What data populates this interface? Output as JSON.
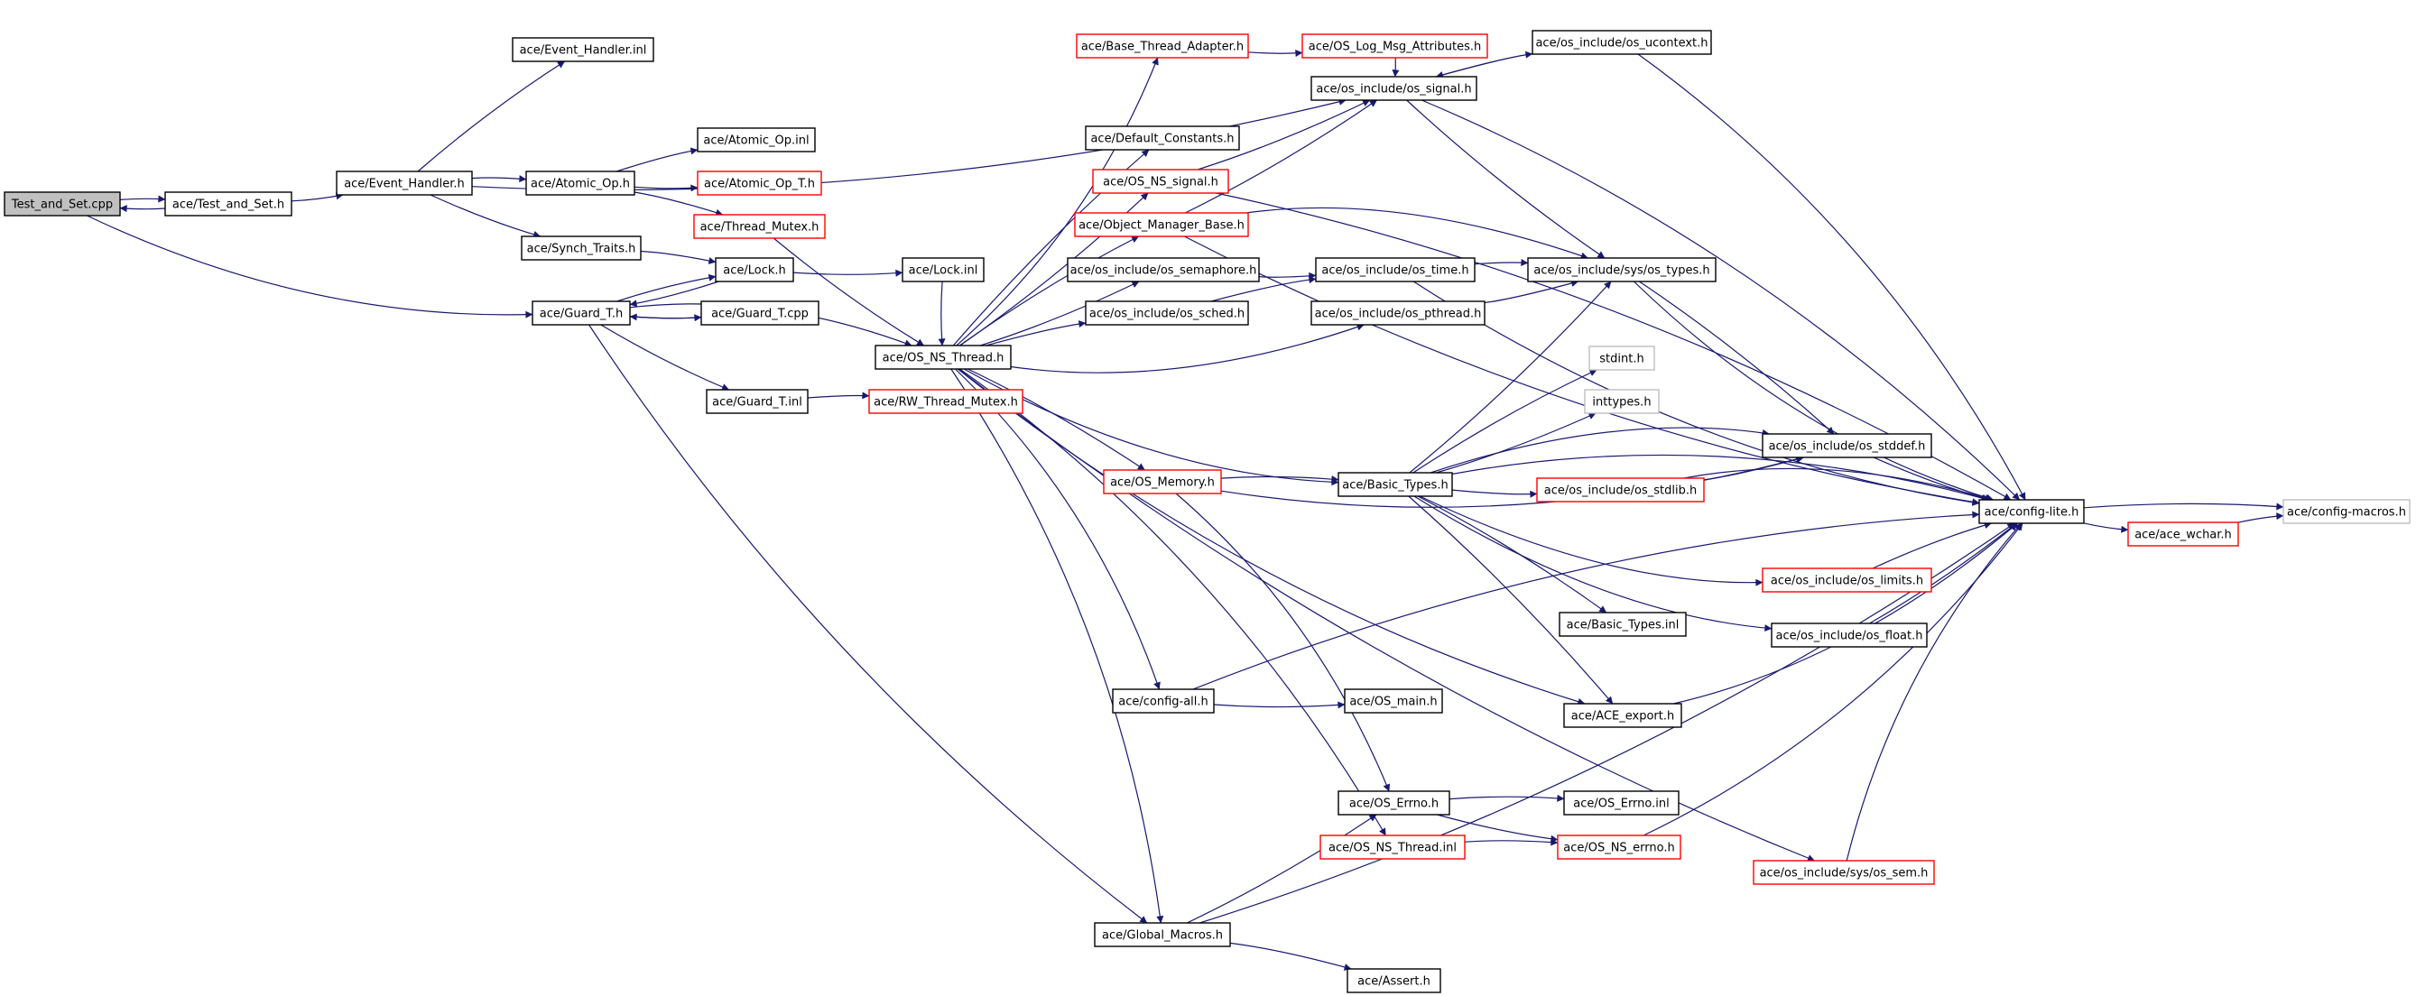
{
  "colors": {
    "edge": "#191970",
    "border_default": "#000000",
    "border_truncated": "#ff0000",
    "border_external": "#bfbfbf",
    "root_fill": "#c0c0c0",
    "node_fill": "#ffffff"
  },
  "nodes": [
    {
      "id": "root",
      "label": "Test_and_Set.cpp",
      "kind": "root"
    },
    {
      "id": "test_and_set_h",
      "label": "ace/Test_and_Set.h",
      "kind": "normal"
    },
    {
      "id": "event_handler_h",
      "label": "ace/Event_Handler.h",
      "kind": "normal"
    },
    {
      "id": "event_handler_inl",
      "label": "ace/Event_Handler.inl",
      "kind": "normal"
    },
    {
      "id": "atomic_op_h",
      "label": "ace/Atomic_Op.h",
      "kind": "normal"
    },
    {
      "id": "atomic_op_inl",
      "label": "ace/Atomic_Op.inl",
      "kind": "normal"
    },
    {
      "id": "atomic_op_t_h",
      "label": "ace/Atomic_Op_T.h",
      "kind": "truncated"
    },
    {
      "id": "thread_mutex_h",
      "label": "ace/Thread_Mutex.h",
      "kind": "truncated"
    },
    {
      "id": "synch_traits_h",
      "label": "ace/Synch_Traits.h",
      "kind": "normal"
    },
    {
      "id": "guard_t_h",
      "label": "ace/Guard_T.h",
      "kind": "normal"
    },
    {
      "id": "lock_h",
      "label": "ace/Lock.h",
      "kind": "normal"
    },
    {
      "id": "lock_inl",
      "label": "ace/Lock.inl",
      "kind": "normal"
    },
    {
      "id": "guard_t_cpp",
      "label": "ace/Guard_T.cpp",
      "kind": "normal"
    },
    {
      "id": "guard_t_inl",
      "label": "ace/Guard_T.inl",
      "kind": "normal"
    },
    {
      "id": "rw_thread_mutex_h",
      "label": "ace/RW_Thread_Mutex.h",
      "kind": "truncated"
    },
    {
      "id": "os_ns_thread_h",
      "label": "ace/OS_NS_Thread.h",
      "kind": "normal"
    },
    {
      "id": "base_thread_adapter_h",
      "label": "ace/Base_Thread_Adapter.h",
      "kind": "truncated"
    },
    {
      "id": "os_log_msg_attributes_h",
      "label": "ace/OS_Log_Msg_Attributes.h",
      "kind": "truncated"
    },
    {
      "id": "os_ucontext_h",
      "label": "ace/os_include/os_ucontext.h",
      "kind": "normal"
    },
    {
      "id": "os_signal_h",
      "label": "ace/os_include/os_signal.h",
      "kind": "normal"
    },
    {
      "id": "default_constants_h",
      "label": "ace/Default_Constants.h",
      "kind": "normal"
    },
    {
      "id": "os_ns_signal_h",
      "label": "ace/OS_NS_signal.h",
      "kind": "truncated"
    },
    {
      "id": "object_manager_base_h",
      "label": "ace/Object_Manager_Base.h",
      "kind": "truncated"
    },
    {
      "id": "os_semaphore_h",
      "label": "ace/os_include/os_semaphore.h",
      "kind": "normal"
    },
    {
      "id": "os_time_h",
      "label": "ace/os_include/os_time.h",
      "kind": "normal"
    },
    {
      "id": "os_types_h",
      "label": "ace/os_include/sys/os_types.h",
      "kind": "normal"
    },
    {
      "id": "os_sched_h",
      "label": "ace/os_include/os_sched.h",
      "kind": "normal"
    },
    {
      "id": "os_pthread_h",
      "label": "ace/os_include/os_pthread.h",
      "kind": "normal"
    },
    {
      "id": "stdint_h",
      "label": "stdint.h",
      "kind": "external"
    },
    {
      "id": "inttypes_h",
      "label": "inttypes.h",
      "kind": "external"
    },
    {
      "id": "os_stddef_h",
      "label": "ace/os_include/os_stddef.h",
      "kind": "normal"
    },
    {
      "id": "os_memory_h",
      "label": "ace/OS_Memory.h",
      "kind": "truncated"
    },
    {
      "id": "basic_types_h",
      "label": "ace/Basic_Types.h",
      "kind": "normal"
    },
    {
      "id": "os_stdlib_h",
      "label": "ace/os_include/os_stdlib.h",
      "kind": "truncated"
    },
    {
      "id": "config_lite_h",
      "label": "ace/config-lite.h",
      "kind": "normal"
    },
    {
      "id": "config_macros_h",
      "label": "ace/config-macros.h",
      "kind": "external"
    },
    {
      "id": "ace_wchar_h",
      "label": "ace/ace_wchar.h",
      "kind": "truncated"
    },
    {
      "id": "os_limits_h",
      "label": "ace/os_include/os_limits.h",
      "kind": "truncated"
    },
    {
      "id": "basic_types_inl",
      "label": "ace/Basic_Types.inl",
      "kind": "normal"
    },
    {
      "id": "os_float_h",
      "label": "ace/os_include/os_float.h",
      "kind": "normal"
    },
    {
      "id": "config_all_h",
      "label": "ace/config-all.h",
      "kind": "normal"
    },
    {
      "id": "os_main_h",
      "label": "ace/OS_main.h",
      "kind": "normal"
    },
    {
      "id": "ace_export_h",
      "label": "ace/ACE_export.h",
      "kind": "normal"
    },
    {
      "id": "os_errno_h",
      "label": "ace/OS_Errno.h",
      "kind": "normal"
    },
    {
      "id": "os_errno_inl",
      "label": "ace/OS_Errno.inl",
      "kind": "normal"
    },
    {
      "id": "os_ns_thread_inl",
      "label": "ace/OS_NS_Thread.inl",
      "kind": "truncated"
    },
    {
      "id": "os_ns_errno_h",
      "label": "ace/OS_NS_errno.h",
      "kind": "truncated"
    },
    {
      "id": "os_sem_h",
      "label": "ace/os_include/sys/os_sem.h",
      "kind": "truncated"
    },
    {
      "id": "global_macros_h",
      "label": "ace/Global_Macros.h",
      "kind": "normal"
    },
    {
      "id": "assert_h",
      "label": "ace/Assert.h",
      "kind": "normal"
    }
  ],
  "edges": [
    [
      "root",
      "test_and_set_h"
    ],
    [
      "root",
      "guard_t_h"
    ],
    [
      "test_and_set_h",
      "root"
    ],
    [
      "test_and_set_h",
      "event_handler_h"
    ],
    [
      "event_handler_h",
      "event_handler_inl"
    ],
    [
      "event_handler_h",
      "os_signal_h"
    ],
    [
      "event_handler_h",
      "atomic_op_h"
    ],
    [
      "event_handler_h",
      "synch_traits_h"
    ],
    [
      "atomic_op_h",
      "atomic_op_inl"
    ],
    [
      "atomic_op_h",
      "atomic_op_t_h"
    ],
    [
      "atomic_op_h",
      "thread_mutex_h"
    ],
    [
      "thread_mutex_h",
      "os_ns_thread_h"
    ],
    [
      "synch_traits_h",
      "lock_h"
    ],
    [
      "lock_h",
      "lock_inl"
    ],
    [
      "lock_h",
      "guard_t_h"
    ],
    [
      "lock_inl",
      "os_ns_thread_h"
    ],
    [
      "guard_t_h",
      "lock_h"
    ],
    [
      "guard_t_h",
      "guard_t_cpp"
    ],
    [
      "guard_t_cpp",
      "guard_t_h"
    ],
    [
      "guard_t_h",
      "guard_t_inl"
    ],
    [
      "guard_t_h",
      "os_ns_thread_h"
    ],
    [
      "guard_t_h",
      "global_macros_h"
    ],
    [
      "guard_t_inl",
      "rw_thread_mutex_h"
    ],
    [
      "os_ns_thread_h",
      "base_thread_adapter_h"
    ],
    [
      "os_ns_thread_h",
      "default_constants_h"
    ],
    [
      "os_ns_thread_h",
      "os_ns_signal_h"
    ],
    [
      "os_ns_thread_h",
      "object_manager_base_h"
    ],
    [
      "os_ns_thread_h",
      "os_semaphore_h"
    ],
    [
      "os_ns_thread_h",
      "os_sched_h"
    ],
    [
      "os_ns_thread_h",
      "os_pthread_h"
    ],
    [
      "os_ns_thread_h",
      "os_memory_h"
    ],
    [
      "os_ns_thread_h",
      "basic_types_h"
    ],
    [
      "os_ns_thread_h",
      "config_all_h"
    ],
    [
      "os_ns_thread_h",
      "ace_export_h"
    ],
    [
      "os_ns_thread_h",
      "os_ns_thread_inl"
    ],
    [
      "os_ns_thread_h",
      "os_sem_h"
    ],
    [
      "os_ns_thread_h",
      "global_macros_h"
    ],
    [
      "base_thread_adapter_h",
      "os_log_msg_attributes_h"
    ],
    [
      "os_log_msg_attributes_h",
      "os_signal_h"
    ],
    [
      "os_ns_signal_h",
      "os_signal_h"
    ],
    [
      "os_ns_signal_h",
      "config_lite_h"
    ],
    [
      "object_manager_base_h",
      "os_signal_h"
    ],
    [
      "object_manager_base_h",
      "os_types_h"
    ],
    [
      "object_manager_base_h",
      "config_lite_h"
    ],
    [
      "os_signal_h",
      "os_ucontext_h"
    ],
    [
      "os_signal_h",
      "os_types_h"
    ],
    [
      "os_signal_h",
      "config_lite_h"
    ],
    [
      "os_ucontext_h",
      "os_signal_h"
    ],
    [
      "os_ucontext_h",
      "config_lite_h"
    ],
    [
      "os_semaphore_h",
      "os_time_h"
    ],
    [
      "os_time_h",
      "os_types_h"
    ],
    [
      "os_time_h",
      "config_lite_h"
    ],
    [
      "os_sched_h",
      "os_time_h"
    ],
    [
      "os_pthread_h",
      "os_types_h"
    ],
    [
      "os_types_h",
      "os_stddef_h"
    ],
    [
      "os_types_h",
      "config_lite_h"
    ],
    [
      "os_memory_h",
      "basic_types_h"
    ],
    [
      "os_memory_h",
      "os_stddef_h"
    ],
    [
      "os_memory_h",
      "os_errno_h"
    ],
    [
      "basic_types_h",
      "os_types_h"
    ],
    [
      "basic_types_h",
      "stdint_h"
    ],
    [
      "basic_types_h",
      "inttypes_h"
    ],
    [
      "basic_types_h",
      "os_stddef_h"
    ],
    [
      "basic_types_h",
      "os_stdlib_h"
    ],
    [
      "basic_types_h",
      "config_lite_h"
    ],
    [
      "basic_types_h",
      "os_limits_h"
    ],
    [
      "basic_types_h",
      "basic_types_inl"
    ],
    [
      "basic_types_h",
      "os_float_h"
    ],
    [
      "basic_types_h",
      "ace_export_h"
    ],
    [
      "os_stdlib_h",
      "os_stddef_h"
    ],
    [
      "os_stdlib_h",
      "config_lite_h"
    ],
    [
      "os_stddef_h",
      "config_lite_h"
    ],
    [
      "os_limits_h",
      "config_lite_h"
    ],
    [
      "os_float_h",
      "config_lite_h"
    ],
    [
      "config_lite_h",
      "config_macros_h"
    ],
    [
      "config_lite_h",
      "ace_wchar_h"
    ],
    [
      "ace_wchar_h",
      "config_macros_h"
    ],
    [
      "config_all_h",
      "os_main_h"
    ],
    [
      "config_all_h",
      "config_lite_h"
    ],
    [
      "ace_export_h",
      "config_lite_h"
    ],
    [
      "os_errno_h",
      "os_errno_inl"
    ],
    [
      "os_errno_h",
      "os_ns_errno_h"
    ],
    [
      "os_ns_thread_inl",
      "os_ns_errno_h"
    ],
    [
      "os_ns_errno_h",
      "config_lite_h"
    ],
    [
      "os_sem_h",
      "config_lite_h"
    ],
    [
      "global_macros_h",
      "os_errno_h"
    ],
    [
      "global_macros_h",
      "assert_h"
    ],
    [
      "global_macros_h",
      "config_lite_h"
    ]
  ]
}
